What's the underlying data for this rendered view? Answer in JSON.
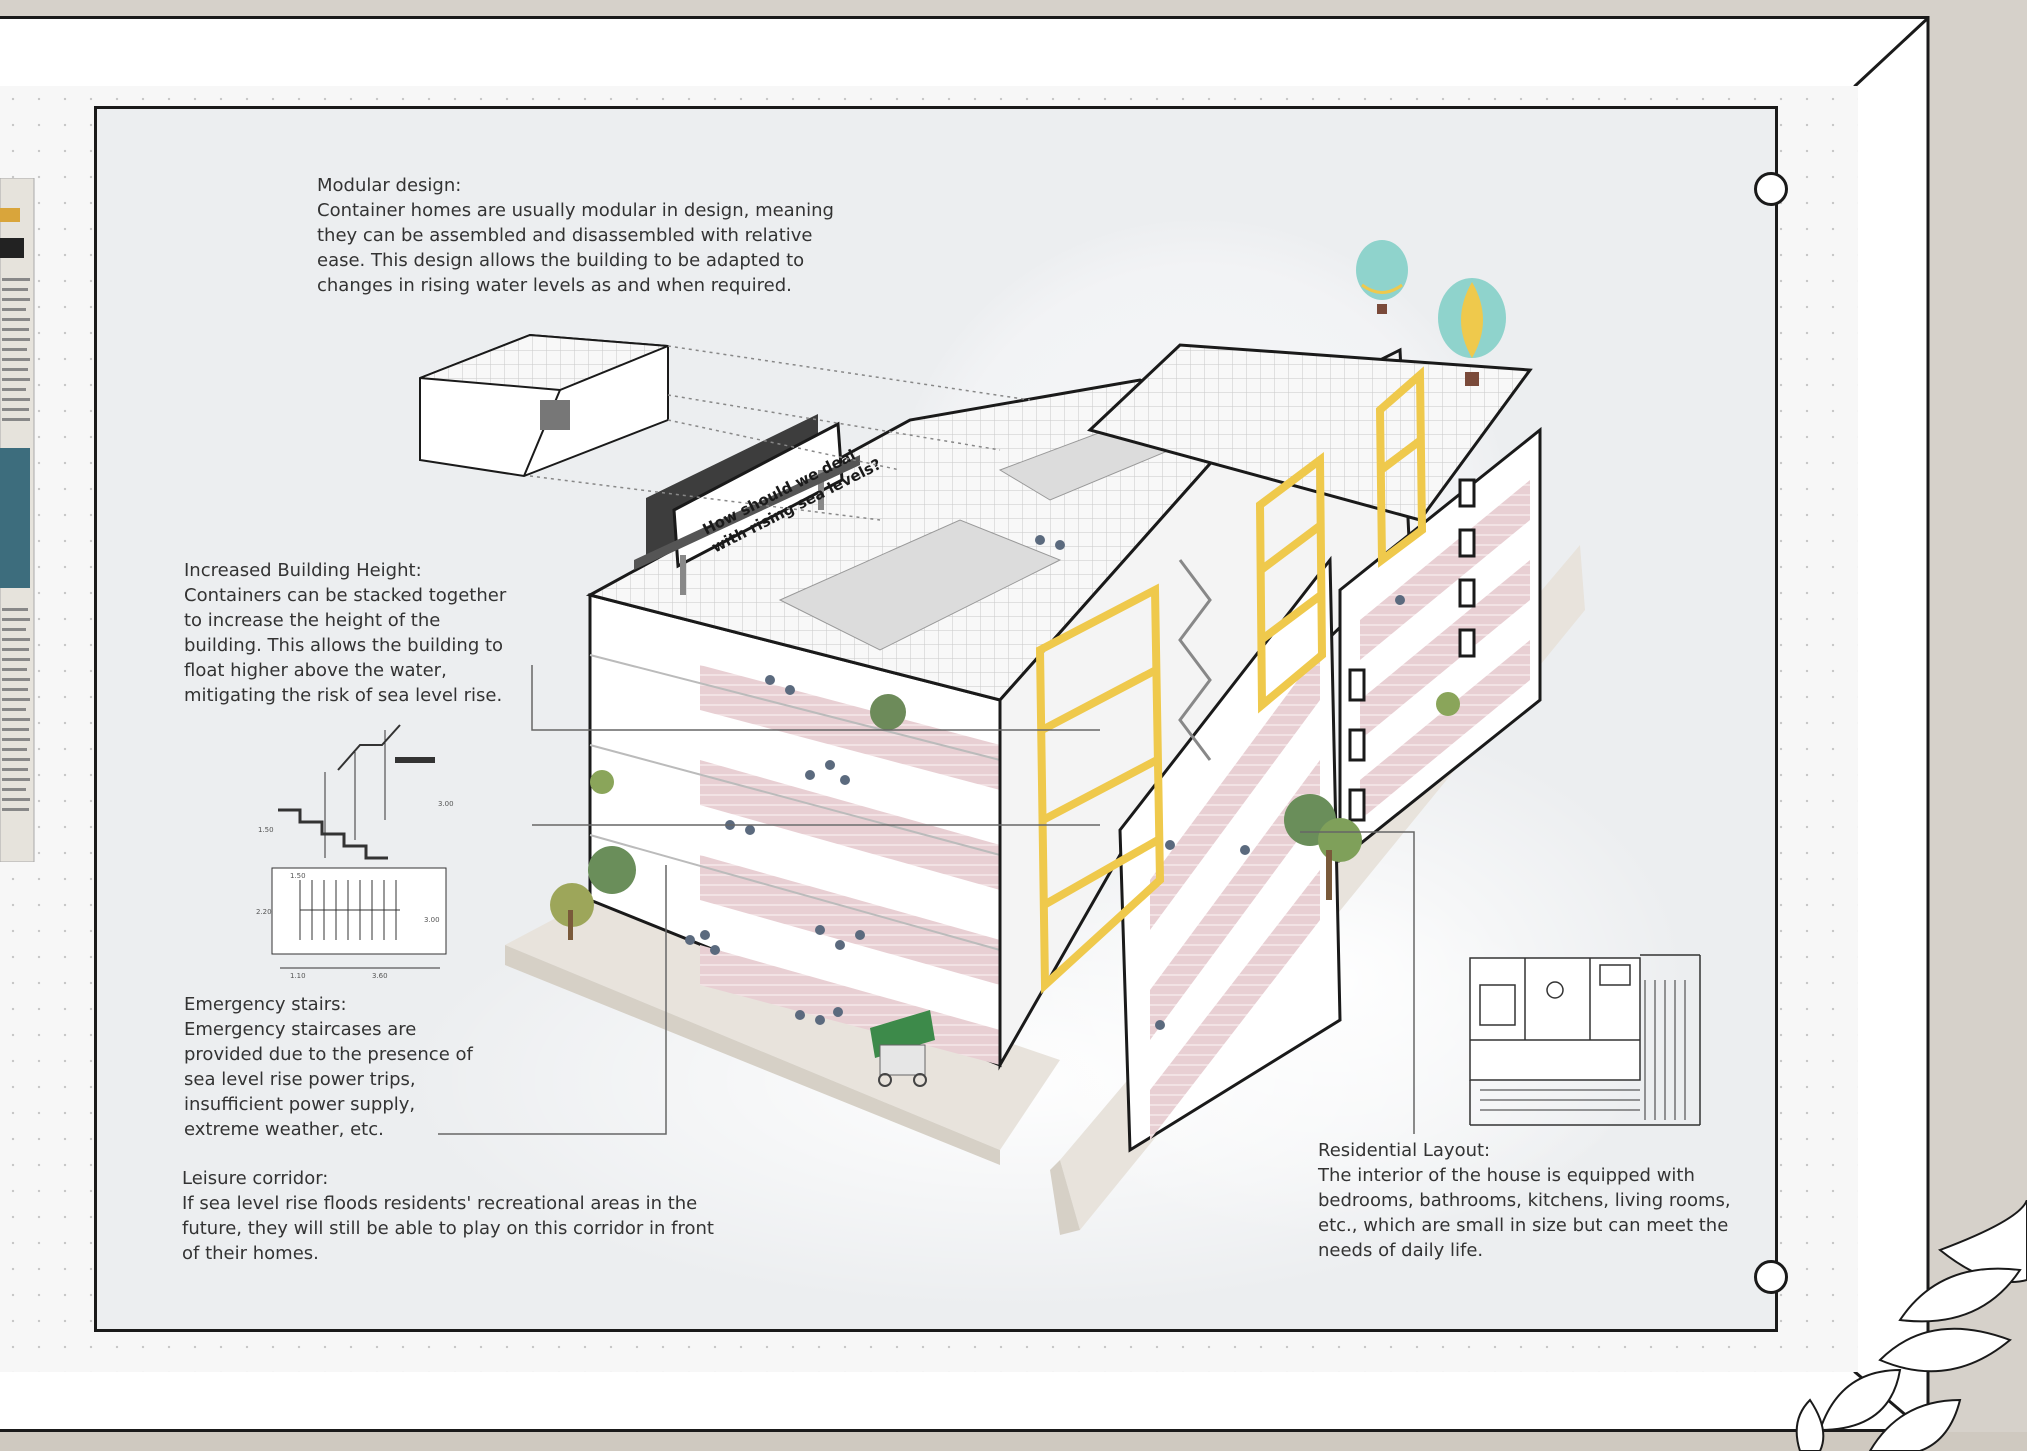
{
  "notes": {
    "modular": {
      "title": "Modular design:",
      "body": "Container homes are usually modular in design, meaning they can be assembled and disassembled with relative ease. This design allows the building to be adapted to changes in rising water levels as and when required."
    },
    "height": {
      "title": "Increased Building Height:",
      "body": "Containers can be stacked together to increase the height of the building. This allows the building to float higher above the water, mitigating the risk of sea level rise."
    },
    "stairs": {
      "title": "Emergency stairs:",
      "body": "Emergency staircases are provided due to the presence of sea level rise power trips, insufficient power supply, extreme weather, etc."
    },
    "leisure": {
      "title": "Leisure corridor:",
      "body": "If sea level rise floods residents' recreational areas in the future, they will still be able to play on this corridor in front of their homes."
    },
    "residential": {
      "title": "Residential Layout:",
      "body": "The interior of the house is equipped with bedrooms, bathrooms, kitchens, living rooms, etc., which are small in size but can meet the needs of daily life."
    }
  },
  "billboard": {
    "line1": "How should we deal",
    "line2": "with rising sea levels?"
  },
  "stair_dims": {
    "d1": "1.50",
    "d2": "3.00",
    "d3": "1.10",
    "d4": "3.60",
    "d5": "2.20",
    "d6": "1.50",
    "d7": "3.00"
  },
  "colors": {
    "accent_yellow": "#efc94c",
    "corridor_pink": "#e8cfd3",
    "panel_bg": "#eceef0",
    "balloon_teal": "#8fd3cc"
  }
}
